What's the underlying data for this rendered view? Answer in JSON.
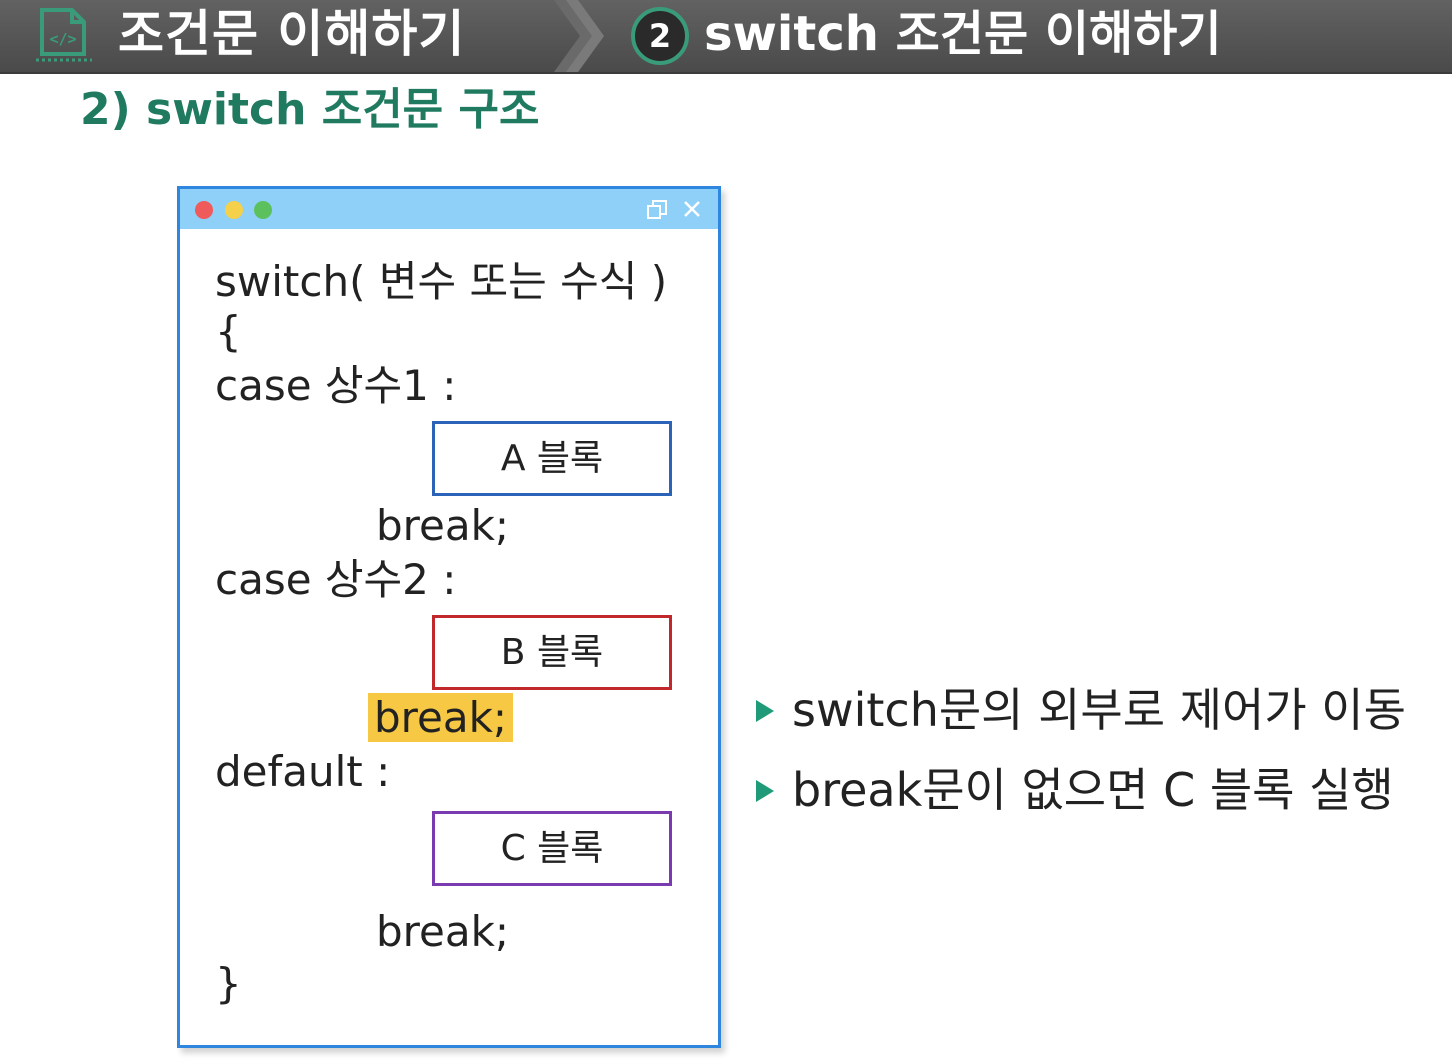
{
  "header": {
    "title": "조건문 이해하기",
    "step_number": "2",
    "subtitle": "switch 조건문 이해하기",
    "icon": "code-file-icon",
    "colors": {
      "bar": "#555555",
      "accent": "#3a9b7a"
    }
  },
  "section": {
    "title": "2) switch 조건문 구조",
    "color": "#1f7a5f"
  },
  "code_window": {
    "titlebar_color": "#8ed0f7",
    "border_color": "#2e86de",
    "controls": [
      "restore-icon",
      "close-icon"
    ],
    "lines": {
      "switch": "switch( 변수 또는 수식 )",
      "open_brace": "{",
      "case1": "case 상수1 :",
      "break1": "break;",
      "case2": "case 상수2 :",
      "break2": "break;",
      "default": "default :",
      "break3": "break;",
      "close_brace": "}"
    },
    "blocks": {
      "a": {
        "label": "A 블록",
        "color": "#2a63b8"
      },
      "b": {
        "label": "B 블록",
        "color": "#c0282c"
      },
      "c": {
        "label": "C 블록",
        "color": "#7a3bb0"
      }
    },
    "highlight_color": "#f7c843"
  },
  "bullets": [
    "switch문의 외부로 제어가 이동",
    "break문이 없으면 C 블록 실행"
  ]
}
